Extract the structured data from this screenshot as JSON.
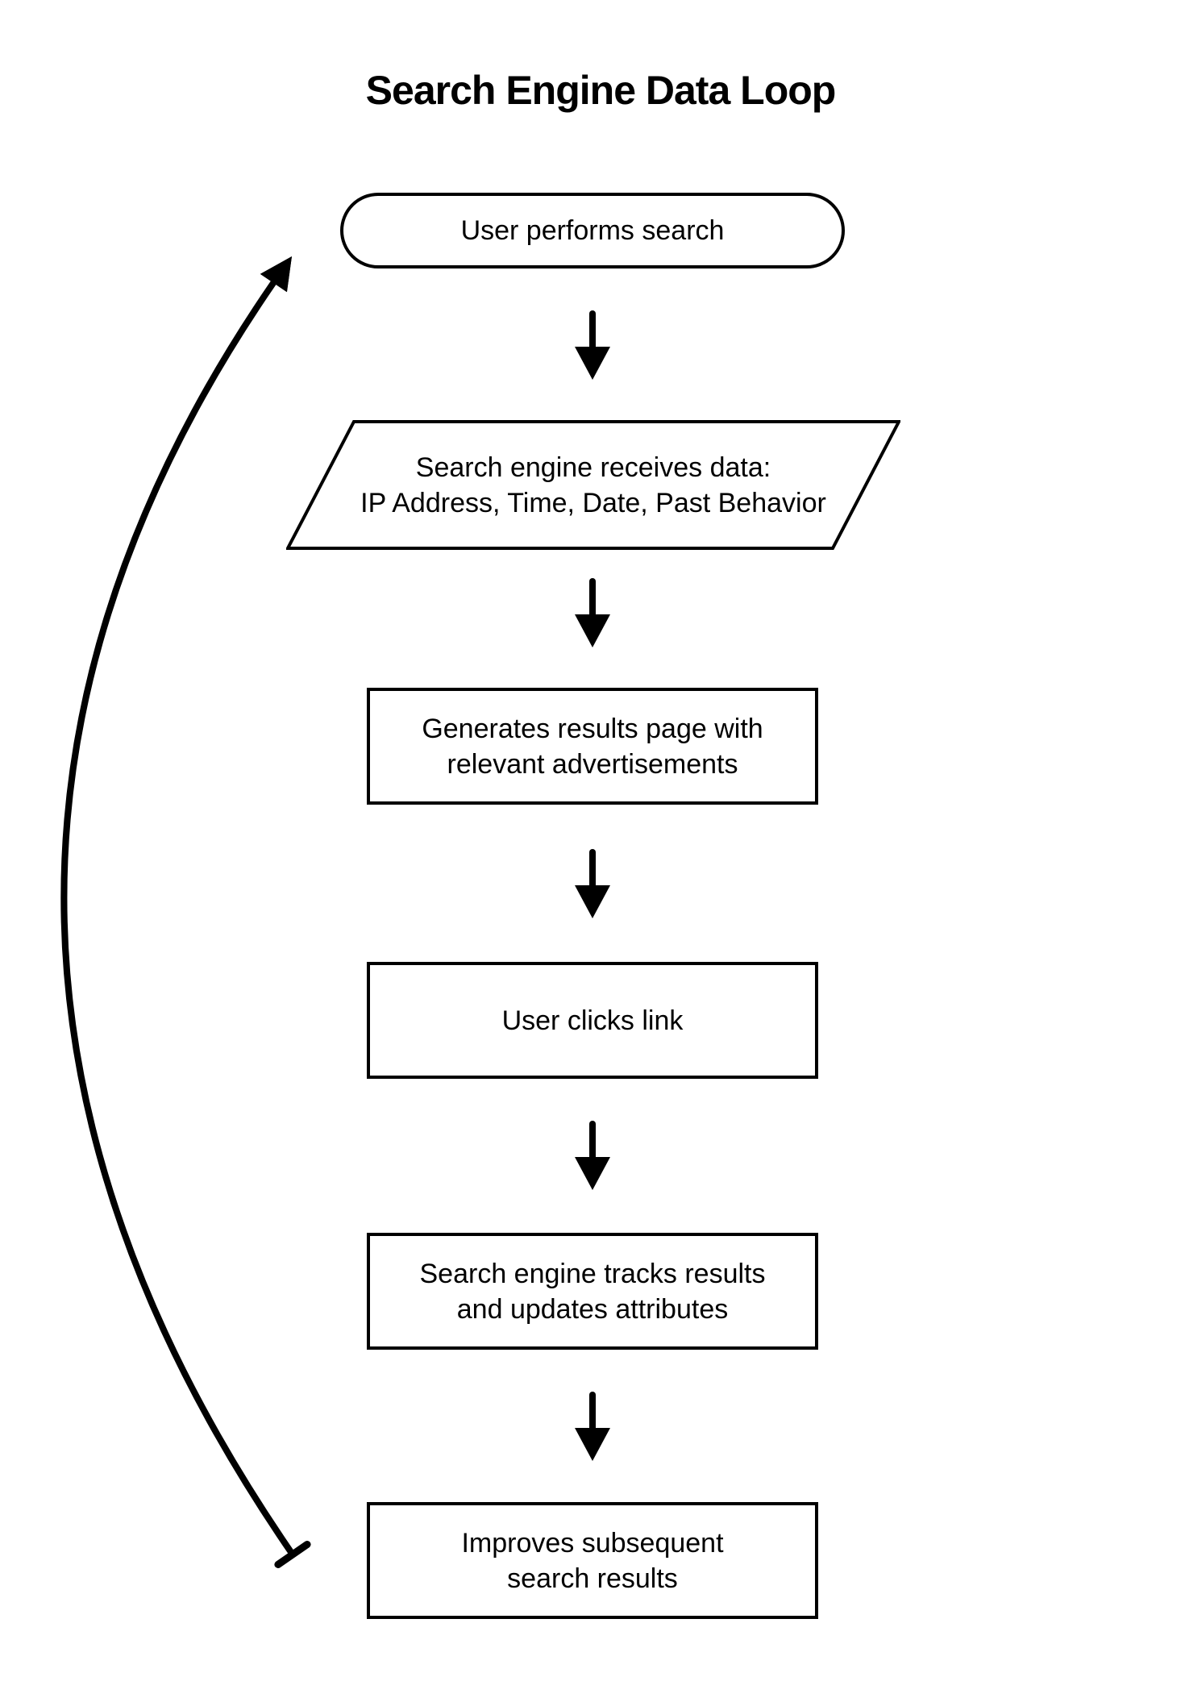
{
  "page": {
    "title": "Search Engine Data Loop",
    "colors": {
      "background": "#ffffff",
      "ink": "#000000"
    }
  },
  "flowchart": {
    "nodes": [
      {
        "id": "user-performs-search",
        "shape": "stadium",
        "lines": [
          "User performs search"
        ]
      },
      {
        "id": "search-engine-receives-data",
        "shape": "parallelogram",
        "lines": [
          "Search engine receives data:",
          "IP Address, Time, Date, Past Behavior"
        ]
      },
      {
        "id": "generates-results-page",
        "shape": "rectangle",
        "lines": [
          "Generates results page with",
          "relevant advertisements"
        ]
      },
      {
        "id": "user-clicks-link",
        "shape": "rectangle",
        "lines": [
          "User clicks link"
        ]
      },
      {
        "id": "search-engine-tracks-results",
        "shape": "rectangle",
        "lines": [
          "Search engine tracks results",
          "and updates attributes"
        ]
      },
      {
        "id": "improves-subsequent-results",
        "shape": "rectangle",
        "lines": [
          "Improves subsequent",
          "search results"
        ]
      }
    ],
    "edges": [
      {
        "from": "user-performs-search",
        "to": "search-engine-receives-data",
        "style": "straight-arrow-down"
      },
      {
        "from": "search-engine-receives-data",
        "to": "generates-results-page",
        "style": "straight-arrow-down"
      },
      {
        "from": "generates-results-page",
        "to": "user-clicks-link",
        "style": "straight-arrow-down"
      },
      {
        "from": "user-clicks-link",
        "to": "search-engine-tracks-results",
        "style": "straight-arrow-down"
      },
      {
        "from": "search-engine-tracks-results",
        "to": "improves-subsequent-results",
        "style": "straight-arrow-down"
      },
      {
        "from": "improves-subsequent-results",
        "to": "user-performs-search",
        "style": "curved-loop-left"
      }
    ]
  }
}
